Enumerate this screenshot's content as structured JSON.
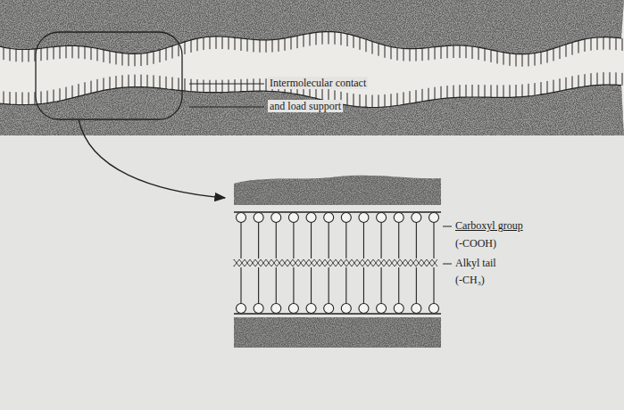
{
  "diagram": {
    "labels": [
      "Intermolecular contact",
      "and load support",
      "Carboxyl group",
      "(-COOH)",
      "Alkyl tail",
      "(-CH₃)"
    ]
  }
}
